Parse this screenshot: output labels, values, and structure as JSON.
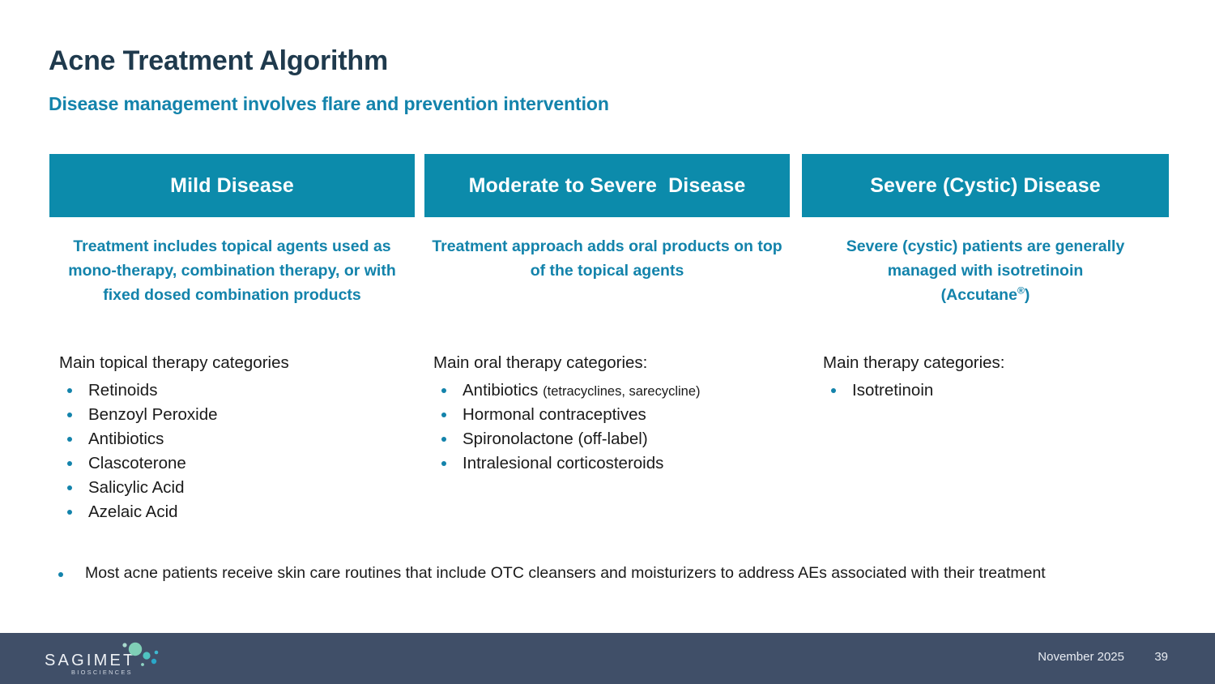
{
  "slide": {
    "title": "Acne Treatment Algorithm",
    "subtitle": "Disease management involves flare and prevention intervention",
    "title_color": "#1f3a4d",
    "accent_color": "#1383ab",
    "header_bar_color": "#0c8bab",
    "footer_color": "#404f68"
  },
  "columns": [
    {
      "header": "Mild Disease",
      "description": "Treatment includes topical agents used as mono-therapy, combination therapy, or with fixed dosed combination products",
      "list_heading": "Main topical therapy categories",
      "items": [
        {
          "text": "Retinoids",
          "note": ""
        },
        {
          "text": "Benzoyl Peroxide",
          "note": ""
        },
        {
          "text": "Antibiotics",
          "note": ""
        },
        {
          "text": "Clascoterone",
          "note": ""
        },
        {
          "text": "Salicylic Acid",
          "note": ""
        },
        {
          "text": "Azelaic Acid",
          "note": ""
        }
      ]
    },
    {
      "header": "Moderate to Severe  Disease",
      "description": "Treatment approach adds oral products on top of the topical agents",
      "list_heading": "Main oral therapy categories:",
      "items": [
        {
          "text": "Antibiotics",
          "note": "(tetracyclines, sarecycline)"
        },
        {
          "text": "Hormonal contraceptives",
          "note": ""
        },
        {
          "text": "Spironolactone (off-label)",
          "note": ""
        },
        {
          "text": "Intralesional corticosteroids",
          "note": ""
        }
      ]
    },
    {
      "header": "Severe (Cystic) Disease",
      "description_line1": "Severe (cystic) patients are generally",
      "description_line2": "managed with isotretinoin",
      "description_line3_pre": "(Accutane",
      "description_line3_sup": "®",
      "description_line3_post": ")",
      "list_heading": "Main therapy categories:",
      "items": [
        {
          "text": "Isotretinoin",
          "note": ""
        }
      ]
    }
  ],
  "bottom_note": "Most acne patients receive skin care routines that include OTC cleansers and moisturizers to address AEs associated with their treatment",
  "footer": {
    "logo_word": "SAGIMET",
    "logo_sub": "BIOSCIENCES",
    "date": "November 2025",
    "page_number": "39"
  }
}
